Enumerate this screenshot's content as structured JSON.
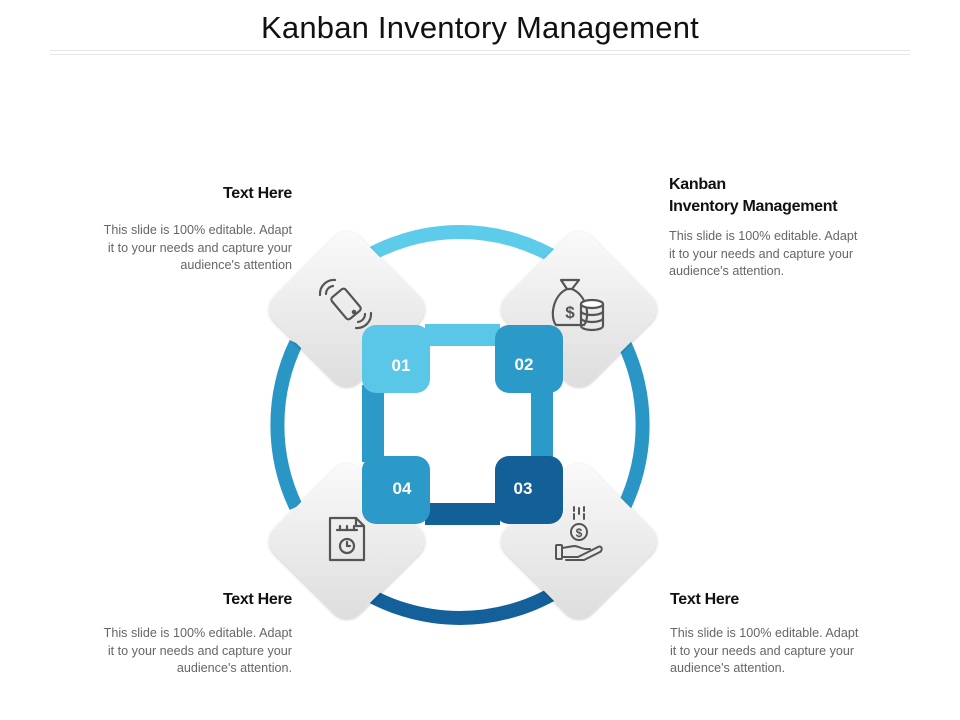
{
  "title": "Kanban Inventory Management",
  "colors": {
    "ring_light": "#5dcbea",
    "ring_mid": "#2a96c5",
    "ring_dark": "#13609a",
    "tile_light": "#5bc7e8",
    "tile_mid": "#2b9ac9",
    "tile_dark": "#135f98",
    "icon": "#555555"
  },
  "steps": [
    {
      "number": "01",
      "icon": "mobile-phone-vibrating-icon"
    },
    {
      "number": "02",
      "icon": "money-bag-coins-icon"
    },
    {
      "number": "03",
      "icon": "hand-receiving-coin-icon"
    },
    {
      "number": "04",
      "icon": "document-calendar-icon"
    }
  ],
  "blocks": [
    {
      "heading": "Text Here",
      "lines": [
        "This slide is 100% editable. Adapt",
        "it to your needs and capture your",
        "audience's attention"
      ]
    },
    {
      "heading_lines": [
        "Kanban",
        "Inventory Management"
      ],
      "lines": [
        "This slide is 100% editable. Adapt",
        "it to your needs and capture your",
        "audience's attention."
      ]
    },
    {
      "heading": "Text Here",
      "lines": [
        "This slide is 100% editable. Adapt",
        "it to your needs and capture your",
        "audience's attention."
      ]
    },
    {
      "heading": "Text Here",
      "lines": [
        "This slide is 100% editable. Adapt",
        "it to your needs and capture your",
        "audience's attention."
      ]
    }
  ]
}
